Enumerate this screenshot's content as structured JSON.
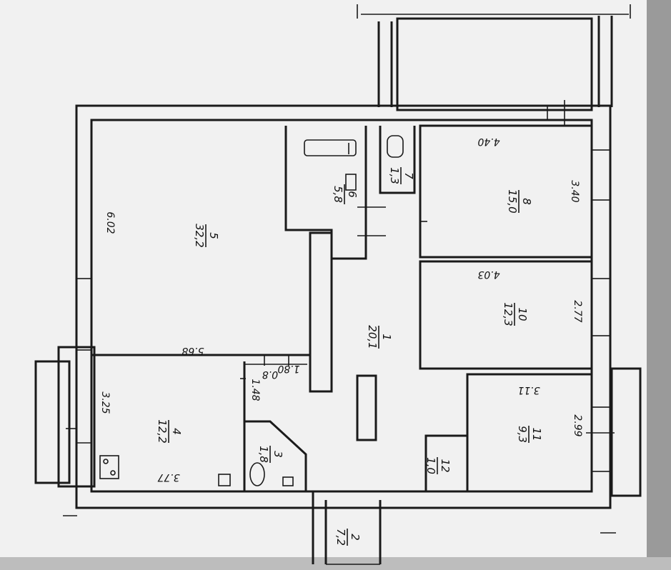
{
  "rooms": [
    {
      "number": "1",
      "area": "20,1"
    },
    {
      "number": "2",
      "area": "7,2"
    },
    {
      "number": "3",
      "area": "1,8"
    },
    {
      "number": "4",
      "area": "12,2"
    },
    {
      "number": "5",
      "area": "32,2"
    },
    {
      "number": "6",
      "area": "5,8"
    },
    {
      "number": "7",
      "area": "1,3"
    },
    {
      "number": "8",
      "area": "15,0"
    },
    {
      "number": "10",
      "area": "12,3"
    },
    {
      "number": "11",
      "area": "9,3"
    },
    {
      "number": "12",
      "area": "1,0"
    }
  ],
  "dimensions": {
    "d_602": "6.02",
    "d_568": "5.68",
    "d_325": "3.25",
    "d_377": "3.77",
    "d_148": "1.48",
    "d_080": "0.8",
    "d_180": "1.80",
    "d_440": "4.40",
    "d_340": "3.40",
    "d_403": "4.03",
    "d_277": "2.77",
    "d_311": "3.11",
    "d_299": "2.99"
  }
}
